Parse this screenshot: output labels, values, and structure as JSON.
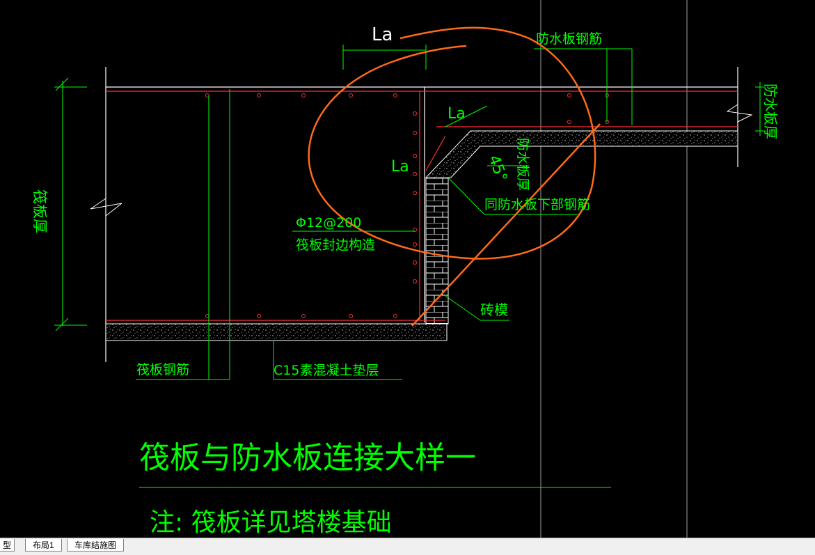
{
  "drawing": {
    "labels": {
      "la_top": "La",
      "la_mid": "La",
      "la_left": "La",
      "waterproof_rebar": "防水板钢筋",
      "waterproof_thickness_right": "防水板厚",
      "waterproof_thickness_mid": "防水板厚",
      "angle": "45°",
      "same_as_bottom_rebar": "同防水板下部钢筋",
      "rebar_spec": "Φ12@200",
      "edge_construction": "筏板封边构造",
      "brick_mold": "砖模",
      "raft_thickness": "筏板厚",
      "raft_rebar": "筏板钢筋",
      "cushion_layer": "C15素混凝土垫层",
      "title": "筏板与防水板连接大样一",
      "note": "注: 筏板详见塔楼基础"
    },
    "colors": {
      "background": "#000000",
      "dimension_green": "#00ff00",
      "rebar_red": "#ff3030",
      "markup_orange": "#ff6a1a",
      "outline_white": "#ffffff",
      "grid_gray": "#a0a0a0"
    }
  },
  "tabs": [
    {
      "label": "型"
    },
    {
      "label": "布局1"
    },
    {
      "label": "车库结施图"
    }
  ]
}
